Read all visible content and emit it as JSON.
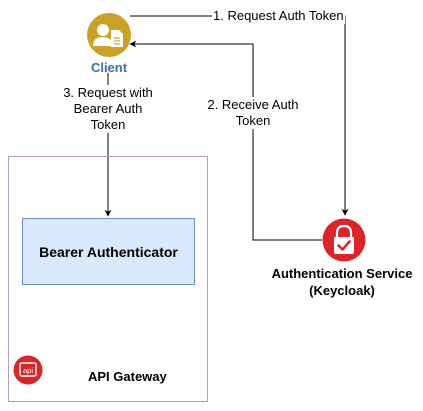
{
  "client": {
    "label": "Client",
    "icon": "user-document-icon",
    "color": "#c9a227"
  },
  "edges": {
    "request_token": "1. Request Auth Token",
    "receive_token": [
      "2. Receive Auth",
      "Token"
    ],
    "request_bearer": [
      "3. Request with",
      "Bearer Auth",
      "Token"
    ]
  },
  "api_gateway": {
    "label": "API Gateway",
    "icon": "api-icon",
    "icon_text": "api",
    "border_color": "#b59ac9",
    "bearer_authenticator": {
      "label": "Bearer Authenticator",
      "fill": "#dae8fc",
      "stroke": "#6c8ebf"
    }
  },
  "auth_service": {
    "label": [
      "Authentication Service",
      "(Keycloak)"
    ],
    "icon": "lock-check-icon",
    "color": "#d9262b"
  }
}
